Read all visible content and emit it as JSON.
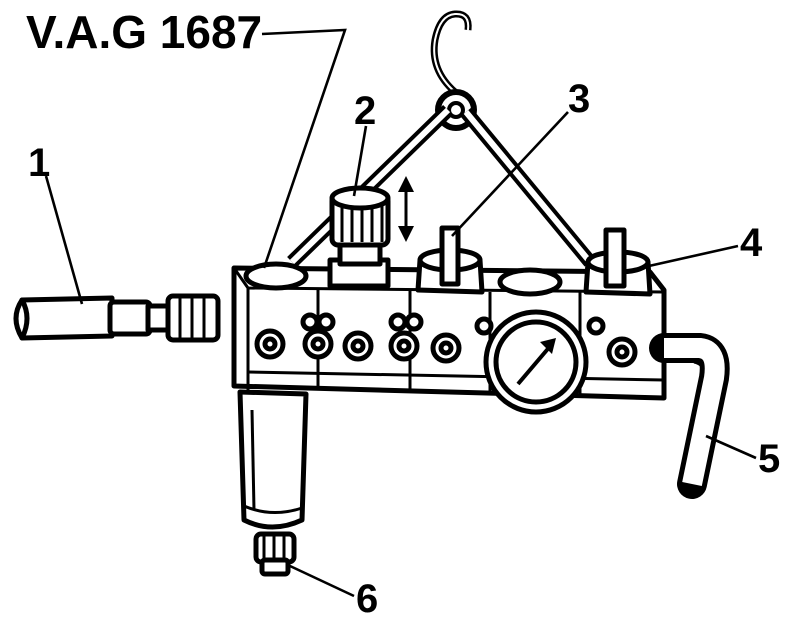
{
  "diagram": {
    "tool_label": "V.A.G 1687",
    "callouts": [
      "1",
      "2",
      "3",
      "4",
      "5",
      "6"
    ]
  }
}
